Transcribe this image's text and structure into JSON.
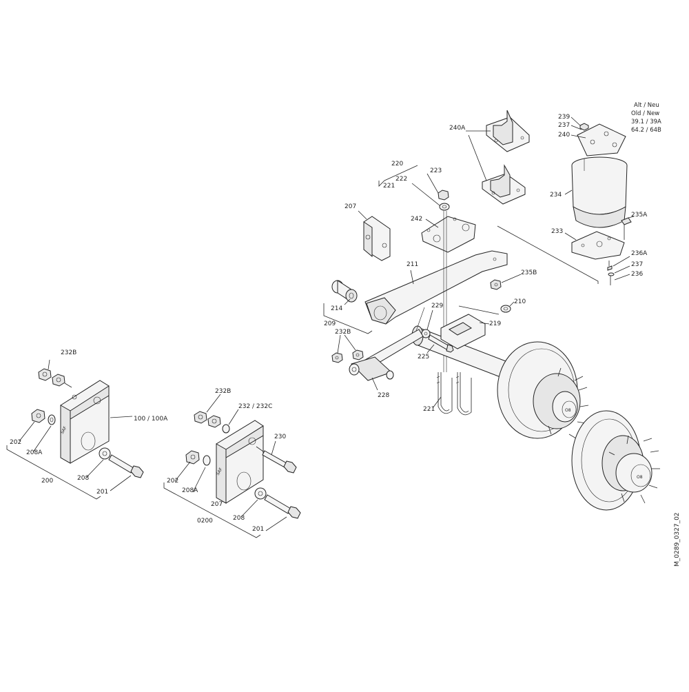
{
  "diagram": {
    "version_note": [
      "Alt / Neu",
      "Old / New",
      "39.1 / 39A",
      "64.2 / 64B"
    ],
    "drawing_id": "M_0289_0327_02",
    "labels": {
      "l232B_a": "232B",
      "l100": "100 / 100A",
      "l202_a": "202",
      "l208A_a": "208A",
      "l208_a": "208",
      "l201_a": "201",
      "l200": "200",
      "l232B_b": "232B",
      "l232": "232 / 232C",
      "l230": "230",
      "l202_b": "202",
      "l208A_b": "208A",
      "l207_b": "207",
      "l208_b": "208",
      "l0200": "0200",
      "l201_b": "201",
      "l220": "220",
      "l221_a": "221",
      "l223": "223",
      "l222": "222",
      "l207_a": "207",
      "l242": "242",
      "l211": "211",
      "l214": "214",
      "l209": "209",
      "l240A": "240A",
      "l239": "239",
      "l237_a": "237",
      "l240": "240",
      "l234": "234",
      "l235A": "235A",
      "l233": "233",
      "l236A": "236A",
      "l237_b": "237",
      "l236": "236",
      "l235B": "235B",
      "l210": "210",
      "l229": "229",
      "l219": "219",
      "l232B_c": "232B",
      "l225": "225",
      "l228": "228",
      "l221_b": "221"
    }
  }
}
